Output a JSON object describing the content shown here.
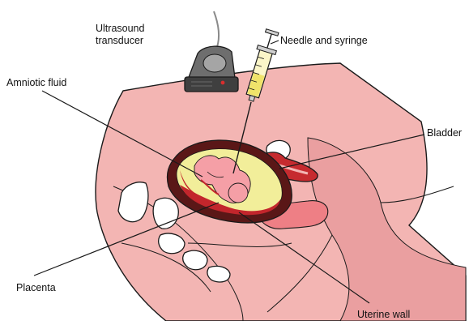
{
  "labels": {
    "transducer_line1": "Ultrasound",
    "transducer_line2": "transducer",
    "needle": "Needle and syringe",
    "amniotic_fluid": "Amniotic fluid",
    "bladder": "Bladder",
    "placenta": "Placenta",
    "uterine_wall": "Uterine wall"
  },
  "colors": {
    "skin": "#f3b5b3",
    "skin_dark": "#e9999a",
    "outline": "#1a1a1a",
    "uterus_wall": "#5a1717",
    "amniotic_fluid": "#f2ee9a",
    "placenta": "#c3262c",
    "fetus": "#f59fa6",
    "bladder": "#c62b2f",
    "transducer": "#5b5b5b",
    "syringe_fluid": "#f0e36a",
    "bone": "#ffffff"
  }
}
